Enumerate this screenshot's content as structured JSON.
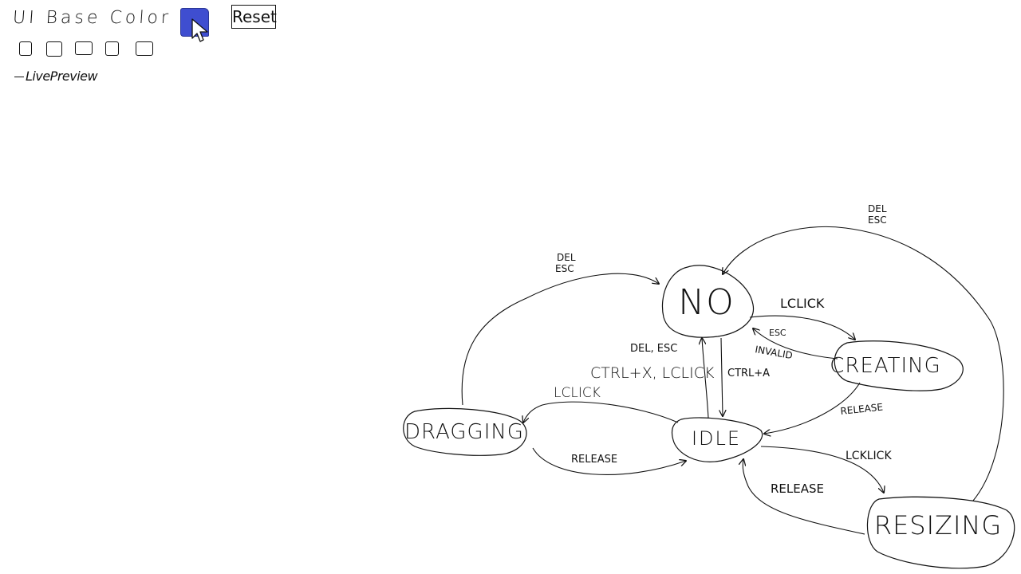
{
  "toolbar": {
    "base_color_label": "UI Base Color",
    "base_color": "#3f4ed0",
    "reset_label": "Reset",
    "checkbox_count": 5,
    "live_preview_label": "LivePreview"
  },
  "diagram": {
    "states": {
      "no": "NO",
      "creating": "CREATING",
      "idle": "IDLE",
      "dragging": "DRAGGING",
      "resizing": "RESIZING"
    },
    "transitions": {
      "no_to_creating": "LCLICK",
      "creating_to_no_esc": "ESC",
      "creating_to_no_invalid": "INVALID",
      "creating_to_idle": "RELEASE",
      "no_to_idle": "CTRL+A",
      "idle_to_no_line1": "DEL, ESC",
      "idle_to_no_line2": "CTRL+X, LCLICK",
      "idle_to_dragging": "LCLICK",
      "dragging_to_idle": "RELEASE",
      "dragging_to_no_line1": "DEL",
      "dragging_to_no_line2": "ESC",
      "idle_to_resizing": "LCKLICK",
      "resizing_to_idle": "RELEASE",
      "resizing_to_no_line1": "DEL",
      "resizing_to_no_line2": "ESC"
    }
  }
}
